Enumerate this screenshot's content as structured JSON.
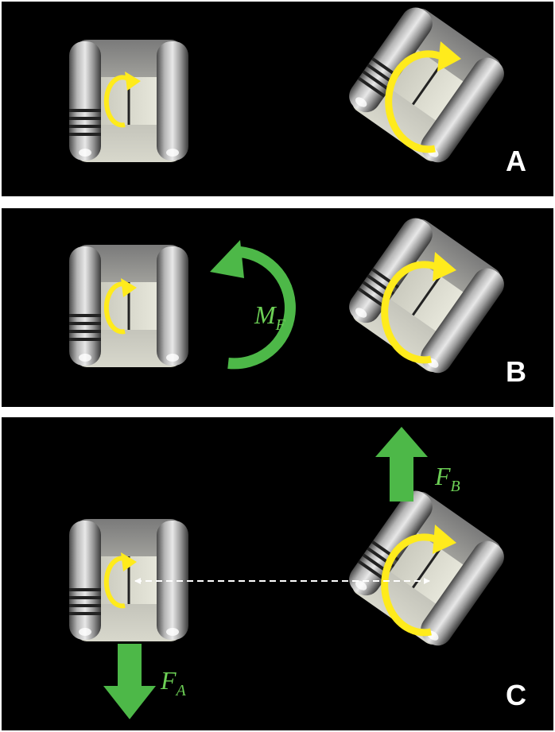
{
  "figure": {
    "colors": {
      "background": "#000000",
      "separator": "#ffffff",
      "rotation_arrow": "#ffeb1c",
      "force_arrow": "#4db848",
      "force_label": "#6ccf55",
      "dashed_line": "#ffffff"
    },
    "panels": [
      {
        "id": "A",
        "letter": "A",
        "brackets": [
          {
            "side": "left",
            "tilt_deg": 0,
            "rotation": "small-clockwise"
          },
          {
            "side": "right",
            "tilt_deg": 40,
            "rotation": "large-clockwise"
          }
        ]
      },
      {
        "id": "B",
        "letter": "B",
        "brackets": [
          {
            "side": "left",
            "tilt_deg": 0,
            "rotation": "small-clockwise"
          },
          {
            "side": "right",
            "tilt_deg": 40,
            "rotation": "large-clockwise"
          }
        ],
        "moment": {
          "symbol": "M",
          "subscript": "F",
          "direction": "counterclockwise",
          "icon": "curved-arrow-icon"
        }
      },
      {
        "id": "C",
        "letter": "C",
        "brackets": [
          {
            "side": "left",
            "tilt_deg": 0,
            "rotation": "small-clockwise"
          },
          {
            "side": "right",
            "tilt_deg": 40,
            "rotation": "large-clockwise"
          }
        ],
        "forces": [
          {
            "symbol": "F",
            "subscript": "A",
            "direction": "down",
            "icon": "down-arrow-icon"
          },
          {
            "symbol": "F",
            "subscript": "B",
            "direction": "up",
            "icon": "up-arrow-icon"
          }
        ],
        "connector": {
          "style": "dashed",
          "icon": "double-headed-arrow-icon"
        }
      }
    ]
  }
}
